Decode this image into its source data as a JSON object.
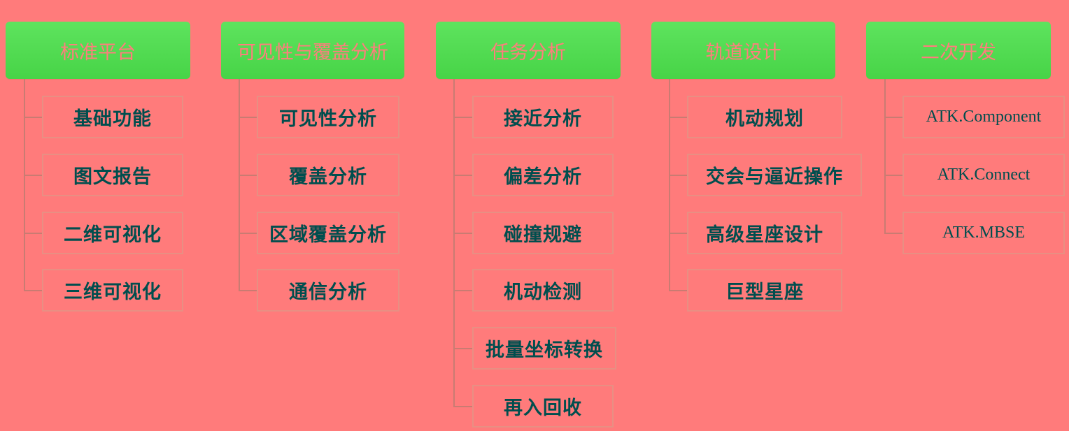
{
  "categories": [
    {
      "title": "标准平台",
      "items": [
        "基础功能",
        "图文报告",
        "二维可视化",
        "三维可视化"
      ]
    },
    {
      "title": "可见性与覆盖分析",
      "items": [
        "可见性分析",
        "覆盖分析",
        "区域覆盖分析",
        "通信分析"
      ]
    },
    {
      "title": "任务分析",
      "items": [
        "接近分析",
        "偏差分析",
        "碰撞规避",
        "机动检测",
        "批量坐标转换",
        "再入回收"
      ]
    },
    {
      "title": "轨道设计",
      "items": [
        "机动规划",
        "交会与逼近操作",
        "高级星座设计",
        "巨型星座"
      ]
    },
    {
      "title": "二次开发",
      "items": [
        "ATK.Component",
        "ATK.Connect",
        "ATK.MBSE"
      ]
    }
  ],
  "colors": {
    "background": "#ff7b7b",
    "header_fill": "#55dd55",
    "header_text": "#ff7d7d",
    "item_text": "#004e4e",
    "item_border": "#e88f83",
    "connector": "#c97b72"
  }
}
